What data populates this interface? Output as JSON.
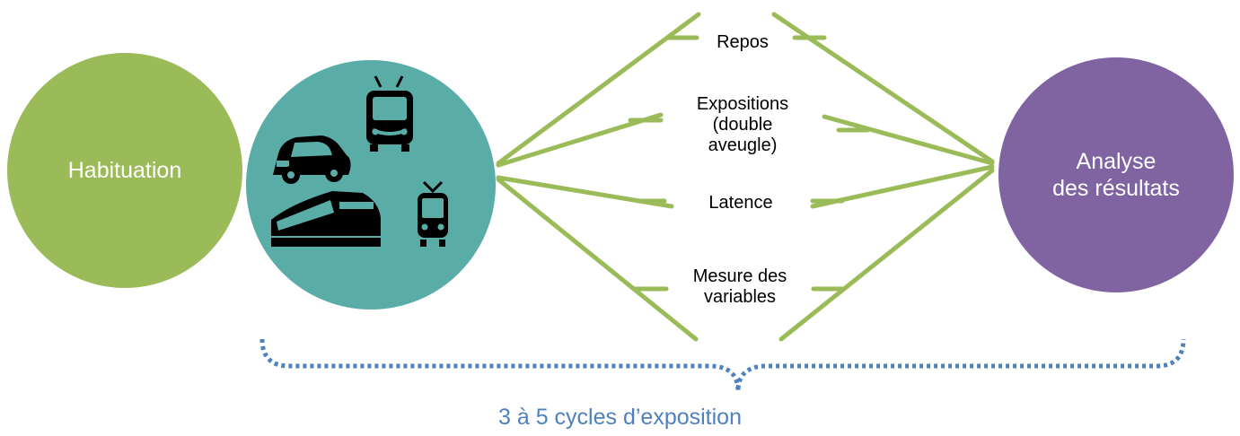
{
  "colors": {
    "habituation": "#9bbb59",
    "exposure": "#5aada6",
    "analysis": "#8064a2",
    "connector": "#9bbb59",
    "brace": "#4f81bd",
    "icon": "#000000"
  },
  "nodes": {
    "habituation": "Habituation",
    "analysis_line1": "Analyse",
    "analysis_line2": "des résultats"
  },
  "vehicles": {
    "icons": [
      "car-icon",
      "bus-icon",
      "train-icon",
      "tram-icon"
    ]
  },
  "steps": [
    {
      "lines": [
        "Repos"
      ]
    },
    {
      "lines": [
        "Expositions",
        "(double",
        "aveugle)"
      ]
    },
    {
      "lines": [
        "Latence"
      ]
    },
    {
      "lines": [
        "Mesure des",
        "variables"
      ]
    }
  ],
  "footer": {
    "cycles": "3 à 5 cycles d’exposition"
  }
}
